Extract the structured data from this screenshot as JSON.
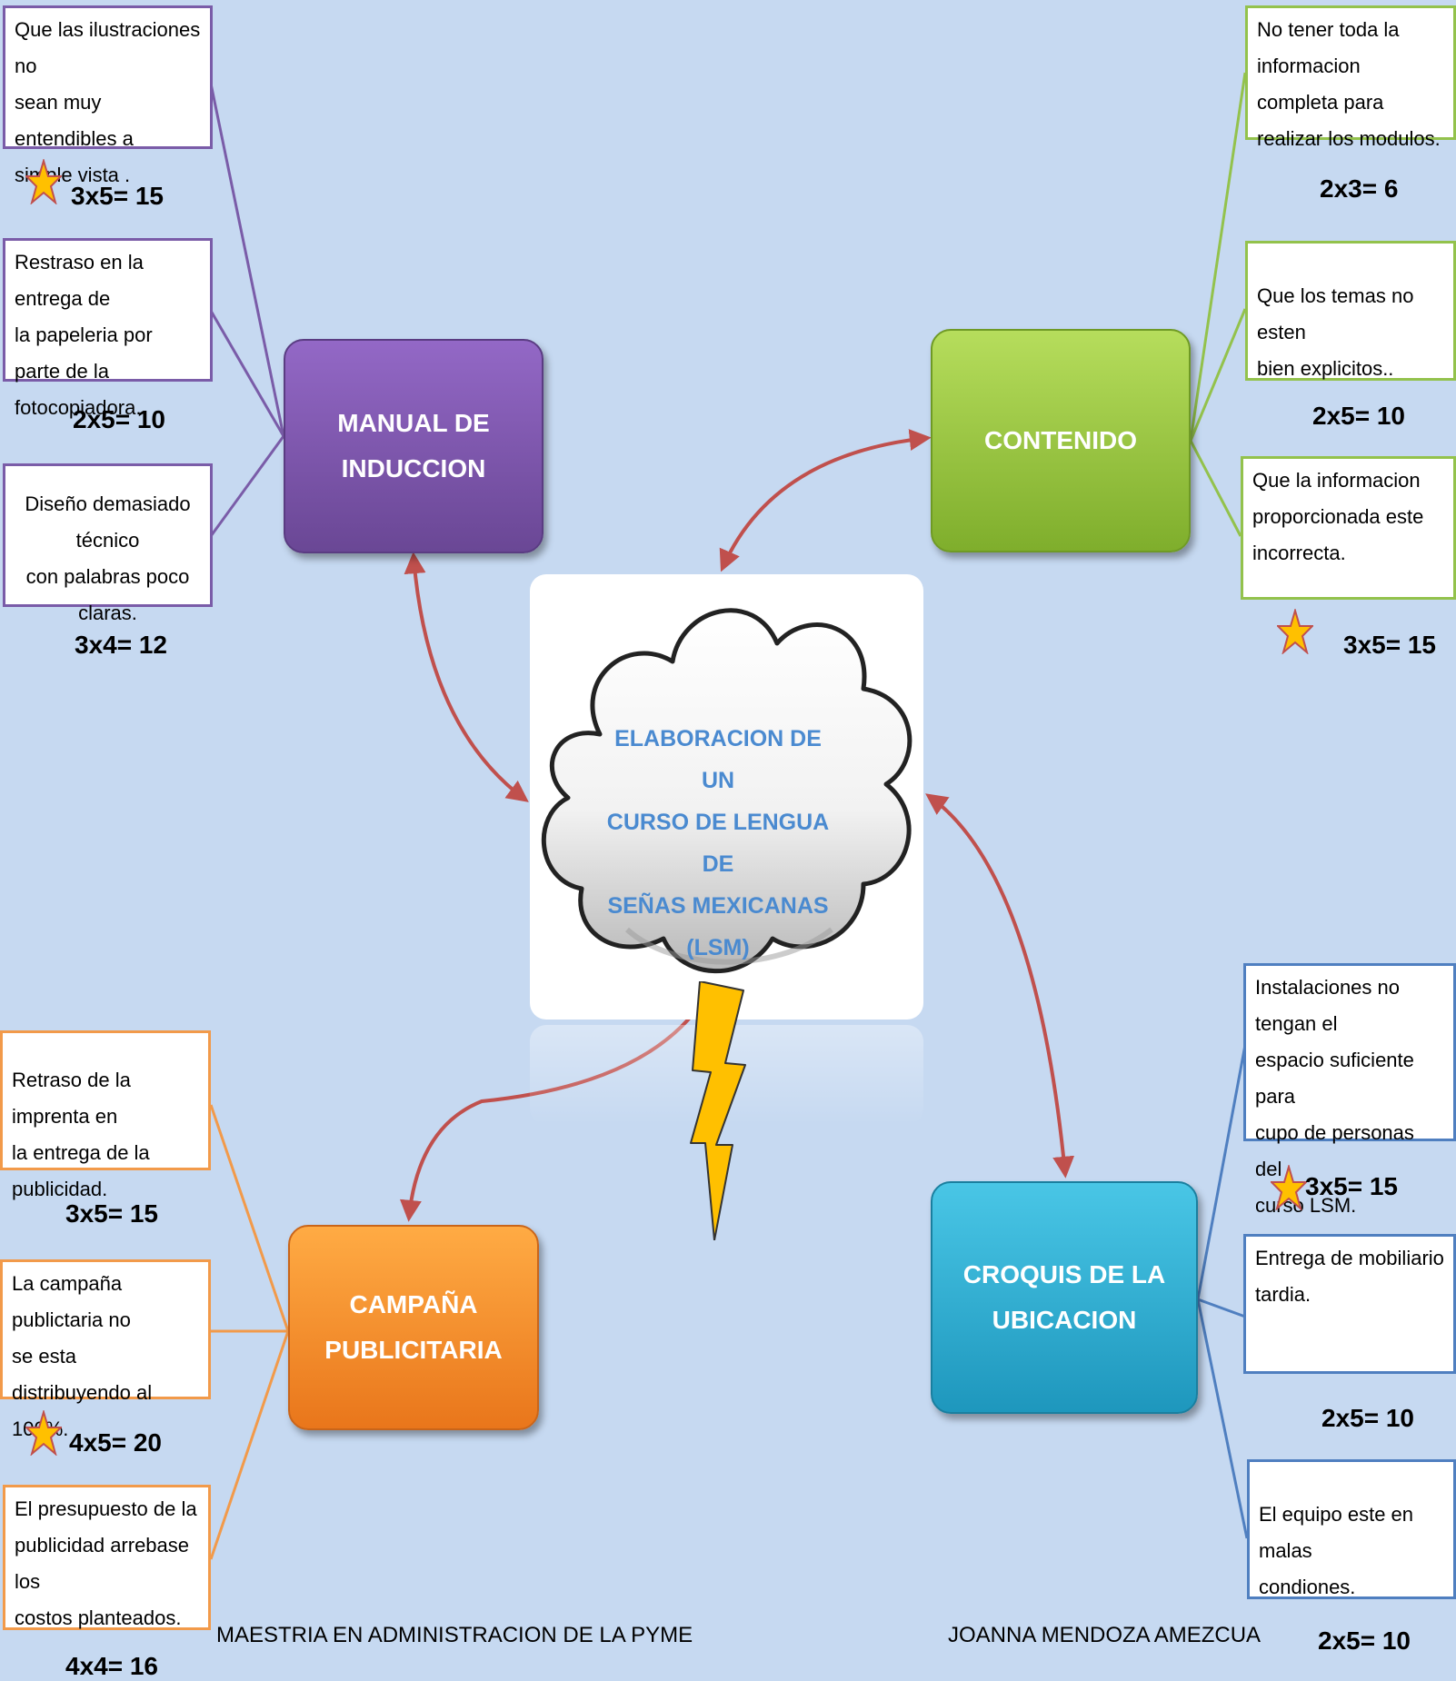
{
  "center": {
    "lines": [
      "ELABORACION DE UN",
      "CURSO DE LENGUA DE",
      "SEÑAS MEXICANAS",
      "(LSM)"
    ]
  },
  "branches": {
    "manual": {
      "title": "MANUAL DE INDUCCION",
      "risks": [
        {
          "lines": [
            "Que las ilustraciones no",
            "sean muy entendibles a",
            "simple vista ."
          ],
          "score": "3x5= 15",
          "star": true
        },
        {
          "lines": [
            "Restraso en la entrega de",
            "la papeleria por parte de la",
            "fotocopiadora."
          ],
          "score": "2x5= 10",
          "star": false
        },
        {
          "lines": [
            "Diseño demasiado técnico",
            "con palabras poco claras."
          ],
          "score": "3x4= 12",
          "star": false
        }
      ]
    },
    "contenido": {
      "title": "CONTENIDO",
      "risks": [
        {
          "lines": [
            "No tener toda la",
            "informacion completa para",
            "realizar los modulos."
          ],
          "score": "2x3= 6",
          "star": false
        },
        {
          "lines": [
            "Que los temas no esten",
            "bien explicitos.."
          ],
          "score": "2x5= 10",
          "star": false
        },
        {
          "lines": [
            "Que la informacion",
            "proporcionada este",
            "incorrecta."
          ],
          "score": "3x5= 15",
          "star": true
        }
      ]
    },
    "campana": {
      "title": "CAMPAÑA PUBLICITARIA",
      "risks": [
        {
          "lines": [
            "Retraso  de la imprenta en",
            "la entrega de la publicidad."
          ],
          "score": "3x5= 15",
          "star": false
        },
        {
          "lines": [
            "La campaña publictaria no",
            "se esta distribuyendo al",
            "100%."
          ],
          "score": "4x5= 20",
          "star": true
        },
        {
          "lines": [
            "El presupuesto de la",
            "publicidad arrebase los",
            "costos planteados."
          ],
          "score": "4x4= 16",
          "star": false
        }
      ]
    },
    "croquis": {
      "title_lines": [
        "CROQUIS DE LA",
        "UBICACION"
      ],
      "risks": [
        {
          "lines": [
            "Instalaciones no tengan el",
            "espacio suficiente para",
            "cupo de personas  del",
            "curso LSM."
          ],
          "score": "3x5= 15",
          "star": true
        },
        {
          "lines": [
            "Entrega de mobiliario",
            "tardia."
          ],
          "score": "2x5= 10",
          "star": false
        },
        {
          "lines": [
            "El equipo este en malas",
            "condiones."
          ],
          "score": "2x5= 10",
          "star": false
        }
      ]
    }
  },
  "footer": {
    "left": "MAESTRIA EN ADMINISTRACION DE LA PYME",
    "right": "JOANNA MENDOZA AMEZCUA"
  },
  "colors": {
    "background": "#c6d9f1",
    "arrow": "#c0504d",
    "purple": "#7a5ca8",
    "green": "#93c24c",
    "orange": "#f29a4a",
    "blue": "#4f7fc0",
    "star_fill": "#ffc000",
    "star_stroke": "#c0504d",
    "center_text": "#4a8ad0"
  },
  "icons": [
    "cloud-icon",
    "lightning-icon",
    "star-icon"
  ]
}
